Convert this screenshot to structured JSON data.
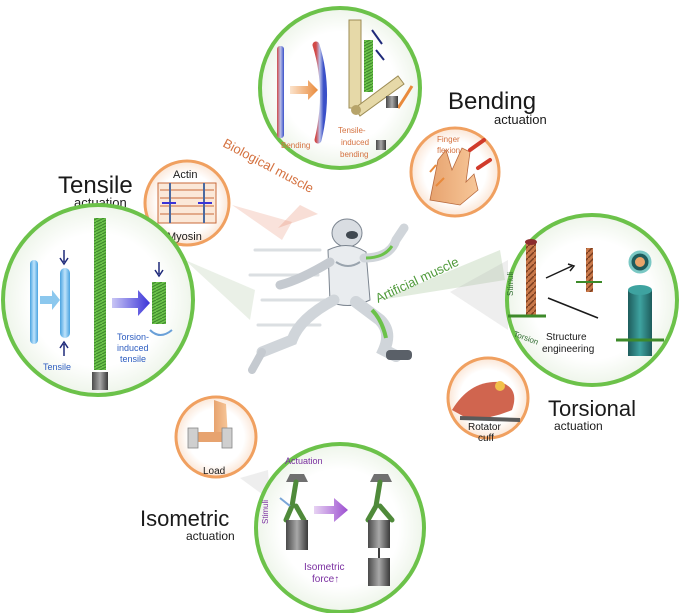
{
  "center": {
    "biological_muscle": "Biological muscle",
    "artificial_muscle": "Artificial muscle"
  },
  "bending": {
    "title": "Bending",
    "subtitle": "actuation",
    "bending_label": "Bending",
    "tensile_induced_label_1": "Tensile-",
    "tensile_induced_label_2": "induced",
    "tensile_induced_label_3": "bending",
    "finger_label_1": "Finger",
    "finger_label_2": "flexion"
  },
  "tensile": {
    "title": "Tensile",
    "subtitle": "actuation",
    "tensile_label": "Tensile",
    "torsion_label_1": "Torsion-",
    "torsion_label_2": "induced",
    "torsion_label_3": "tensile",
    "actin": "Actin",
    "myosin": "Myosin"
  },
  "torsional": {
    "title": "Torsional",
    "subtitle": "actuation",
    "stimuli": "Stimuli",
    "torsion": "Torsion",
    "structure_1": "Structure",
    "structure_2": "engineering",
    "rotator_1": "Rotator",
    "rotator_2": "cuff"
  },
  "isometric": {
    "title": "Isometric",
    "subtitle": "actuation",
    "load": "Load",
    "actuation_label": "Actuation",
    "stimuli": "Stimuli",
    "force_1": "Isometric",
    "force_2": "force↑"
  },
  "colors": {
    "ring_green": "#6cc24a",
    "ring_orange": "#f0a060",
    "tendon_brown": "#c0602a",
    "purple_text": "#7a2fa0",
    "dark_green_text": "#2e6b2e",
    "navy_text": "#1f3a7a"
  }
}
